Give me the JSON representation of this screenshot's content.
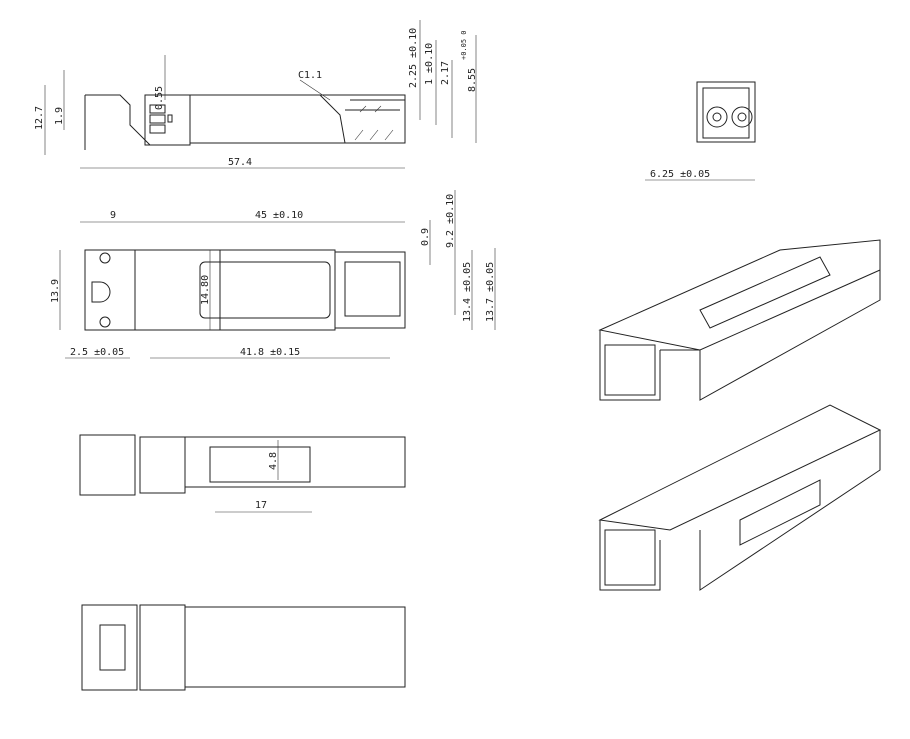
{
  "side_view": {
    "height": "12.7",
    "latch": "1.9",
    "gap": "0.55",
    "chamfer": "C1.1",
    "d1": "2.25 ±0.10",
    "d2": "1 ±0.10",
    "d3": "2.17",
    "tol": "+0.05 0",
    "d4": "8.55",
    "length": "57.4"
  },
  "front_view": {
    "pitch": "6.25 ±0.05"
  },
  "top_view": {
    "bail": "9",
    "body": "45 ±0.10",
    "d09": "0.9",
    "d92": "9.2 ±0.10",
    "d134": "13.4 ±0.05",
    "d137": "13.7 ±0.05",
    "width": "13.9",
    "inner": "14.80",
    "nose": "2.5 ±0.05",
    "len418": "41.8 ±0.15"
  },
  "label_view": {
    "h": "4.8",
    "w": "17"
  }
}
